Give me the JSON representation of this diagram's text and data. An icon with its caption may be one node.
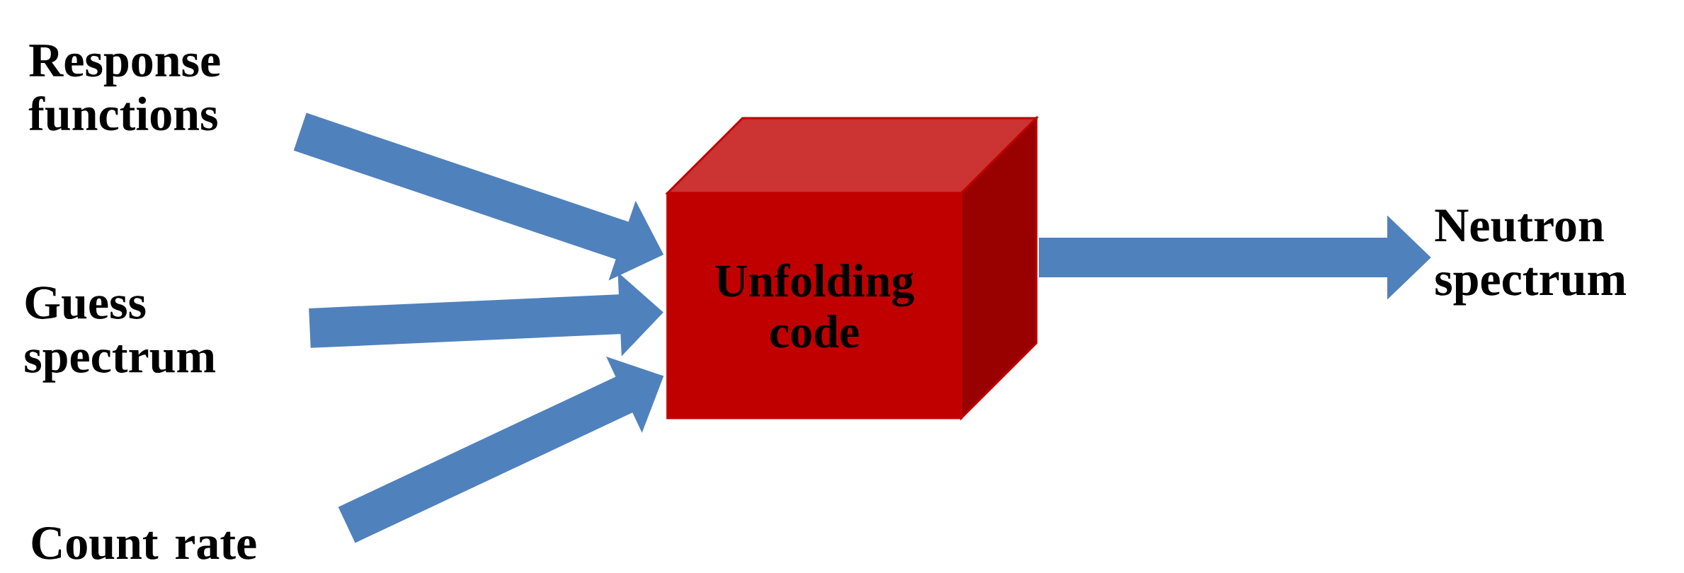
{
  "diagram": {
    "nodes": [
      {
        "text": [
          "Response functions"
        ]
      },
      {
        "text": [
          "Guess spectrum"
        ]
      },
      {
        "text": [
          "Count rate"
        ]
      },
      {
        "text": [
          "Unfolding code"
        ]
      },
      {
        "text": [
          "Neutron spectrum"
        ]
      }
    ],
    "edges": [
      {
        "from": 0,
        "to": 3,
        "arrow": "to"
      },
      {
        "from": 1,
        "to": 3,
        "arrow": "to"
      },
      {
        "from": 2,
        "to": 3,
        "arrow": "to"
      },
      {
        "from": 3,
        "to": 4,
        "arrow": "to"
      }
    ]
  }
}
